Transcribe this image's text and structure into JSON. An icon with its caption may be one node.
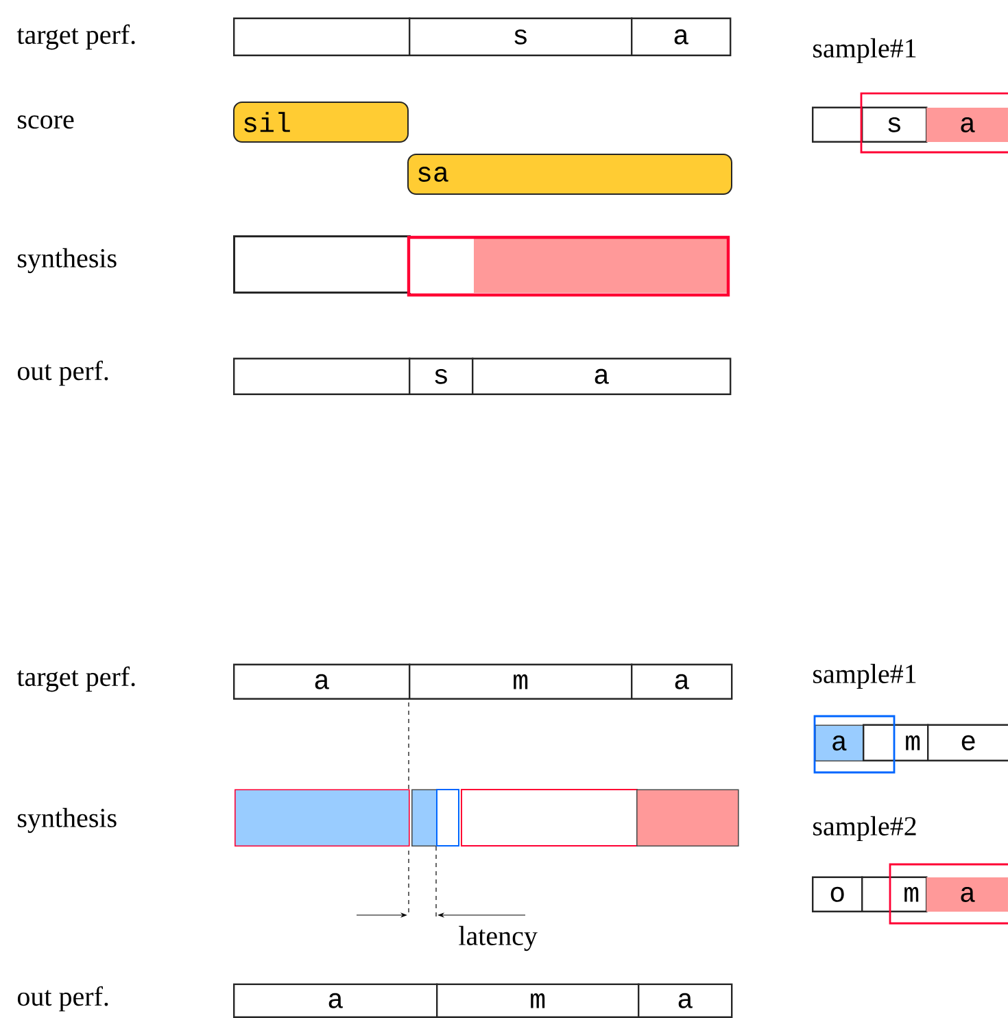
{
  "diagram": {
    "nodes": [
      {
        "text": [],
        "shape": "box"
      },
      {
        "text": [
          "s"
        ]
      },
      {
        "text": [
          "a"
        ]
      },
      {
        "text": [
          "sil"
        ]
      },
      {
        "text": [
          "sa"
        ]
      },
      {
        "text": [],
        "shape": "box"
      },
      {
        "text": [],
        "shape": "box"
      },
      {
        "text": [],
        "shape": "box"
      },
      {
        "text": [],
        "shape": "box"
      },
      {
        "text": [
          "s"
        ]
      },
      {
        "text": [
          "a"
        ]
      },
      {
        "text": [],
        "shape": "box"
      },
      {
        "text": [
          "s"
        ]
      },
      {
        "text": [
          "a"
        ]
      },
      {
        "text": [
          "a"
        ]
      },
      {
        "text": [
          "m"
        ]
      },
      {
        "text": [
          "a"
        ]
      },
      {
        "text": [],
        "shape": "box"
      },
      {
        "text": [],
        "shape": "box"
      },
      {
        "text": [],
        "shape": "box"
      },
      {
        "text": [],
        "shape": "box"
      },
      {
        "text": [],
        "shape": "box"
      },
      {
        "text": [
          "a"
        ]
      },
      {
        "text": [
          "m"
        ]
      },
      {
        "text": [
          "e"
        ]
      },
      {
        "text": [
          "o"
        ]
      },
      {
        "text": [
          "m"
        ]
      },
      {
        "text": [
          "a"
        ]
      },
      {
        "text": [
          "a"
        ]
      },
      {
        "text": [
          "m"
        ]
      },
      {
        "text": [
          "a"
        ]
      }
    ],
    "labels": [
      "target perf.",
      "sample#1",
      "score",
      "synthesis",
      "out perf.",
      "target perf.",
      "sample#1",
      "synthesis",
      "sample#2",
      "latency",
      "out perf."
    ]
  }
}
